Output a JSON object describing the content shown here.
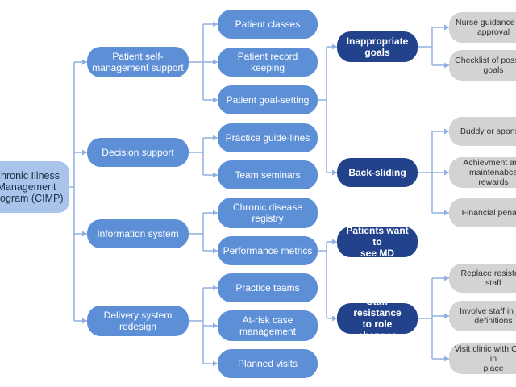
{
  "root": {
    "label": "Chronic Illness\nManagement\nProgram (CIMP)"
  },
  "level1": [
    {
      "label": "Patient self-\nmanagement support"
    },
    {
      "label": "Decision support"
    },
    {
      "label": "Information system"
    },
    {
      "label": "Delivery system\nredesign"
    }
  ],
  "level2": [
    {
      "label": "Patient classes"
    },
    {
      "label": "Patient record keeping"
    },
    {
      "label": "Patient goal-setting"
    },
    {
      "label": "Practice guide-lines"
    },
    {
      "label": "Team seminars"
    },
    {
      "label": "Chronic disease\nregistry"
    },
    {
      "label": "Performance metrics"
    },
    {
      "label": "Practice teams"
    },
    {
      "label": "At-risk case\nmanagement"
    },
    {
      "label": "Planned visits"
    }
  ],
  "level3": [
    {
      "label": "Inappropriate\ngoals"
    },
    {
      "label": "Back-sliding"
    },
    {
      "label": "Patients want to\nsee MD"
    },
    {
      "label": "Staff resistance\nto role changes"
    }
  ],
  "level4": [
    {
      "label": "Nurse guidance and\napproval"
    },
    {
      "label": "Checklist of possible\ngoals"
    },
    {
      "label": "Buddy or sponsor"
    },
    {
      "label": "Achievment and\nmaintenabce rewards"
    },
    {
      "label": "Financial penalty"
    },
    {
      "label": "Replace resistant staff"
    },
    {
      "label": "Involve staff in job\ndefinitions"
    },
    {
      "label": "Visit clinic with CIMP in\nplace"
    }
  ],
  "colors": {
    "root": "#a9c4ea",
    "level1": "#5d8fd6",
    "level2": "#5d8fd6",
    "level3": "#22438c",
    "level4": "#d3d3d3",
    "connector": "#8fb0e0"
  }
}
